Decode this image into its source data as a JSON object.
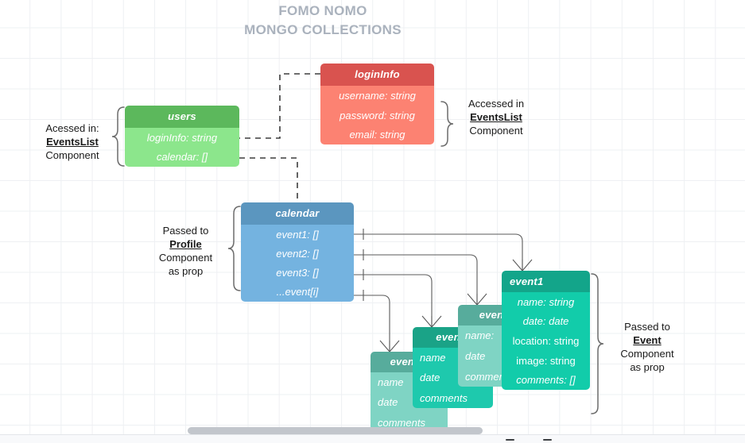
{
  "title": {
    "line1": "FOMO NOMO",
    "line2": "MONGO COLLECTIONS"
  },
  "entities": {
    "loginInfo": {
      "name": "loginInfo",
      "color": "#fc8272",
      "header_color": "#d9534f",
      "fields": [
        "username: string",
        "password: string",
        "email: string"
      ]
    },
    "users": {
      "name": "users",
      "color": "#8ce68c",
      "header_color": "#5cb85c",
      "fields": [
        "loginInfo: string",
        "calendar: []"
      ]
    },
    "calendar": {
      "name": "calendar",
      "color": "#74b3e0",
      "header_color": "#5b96bf",
      "fields": [
        "event1: []",
        "event2: []",
        "event3: []",
        "...event[i]"
      ]
    },
    "event1": {
      "name": "event1",
      "color": "#12ccaa",
      "header_color": "#13a58a",
      "fields": [
        "name: string",
        "date: date",
        "location: string",
        "image: string",
        "comments: []"
      ]
    },
    "event2": {
      "name": "event2",
      "color": "#7fd4c4",
      "header_color": "#57ac9c",
      "fields": [
        "name:",
        "date",
        "comments"
      ]
    },
    "event3": {
      "name": "event3",
      "color": "#1ec9ad",
      "header_color": "#1aa387",
      "fields": [
        "name",
        "date",
        "comments"
      ]
    },
    "eventI": {
      "name": "event[i]",
      "color": "#7fd4c4",
      "header_color": "#57ac9c",
      "fields": [
        "name",
        "date",
        "comments"
      ]
    }
  },
  "annotations": {
    "users": {
      "line1": "Acessed in:",
      "component": "EventsList",
      "line3": "Component"
    },
    "loginInfo": {
      "line1": "Accessed in",
      "component": "EventsList",
      "line3": "Component"
    },
    "calendar": {
      "line1": "Passed to",
      "component": "Profile",
      "line3": "Component",
      "line4": "as prop"
    },
    "event": {
      "line1": "Passed to",
      "component": "Event",
      "line3": "Component",
      "line4": "as prop"
    }
  }
}
